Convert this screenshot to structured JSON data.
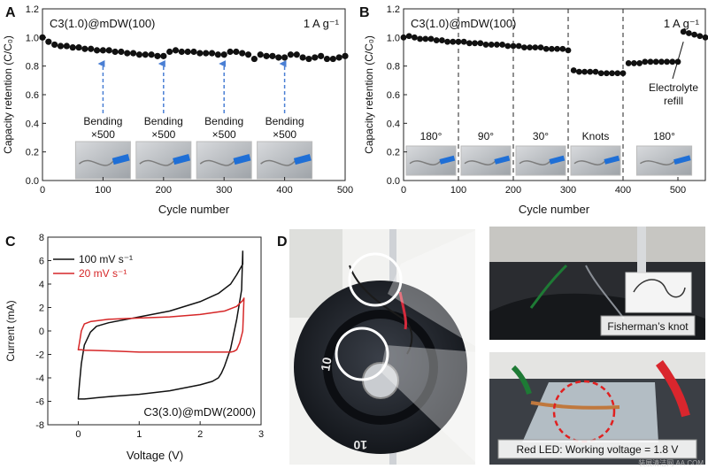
{
  "panels": {
    "A": {
      "letter": "A"
    },
    "B": {
      "letter": "B"
    },
    "C": {
      "letter": "C"
    },
    "D": {
      "letter": "D"
    }
  },
  "chart_data": [
    {
      "id": "A",
      "type": "scatter",
      "series_label": "C3(1.0)@mDW(100)",
      "condition": "1 A g⁻¹",
      "xlabel": "Cycle number",
      "ylabel": "Capacity retention (C/C₀)",
      "xlim": [
        0,
        500
      ],
      "ylim": [
        0.0,
        1.2
      ],
      "xticks": [
        0,
        100,
        200,
        300,
        400,
        500
      ],
      "yticks": [
        0.0,
        0.2,
        0.4,
        0.6,
        0.8,
        1.0,
        1.2
      ],
      "x": [
        0,
        10,
        20,
        30,
        40,
        50,
        60,
        70,
        80,
        90,
        100,
        110,
        120,
        130,
        140,
        150,
        160,
        170,
        180,
        190,
        200,
        210,
        220,
        230,
        240,
        250,
        260,
        270,
        280,
        290,
        300,
        310,
        320,
        330,
        340,
        350,
        360,
        370,
        380,
        390,
        400,
        410,
        420,
        430,
        440,
        450,
        460,
        470,
        480,
        490,
        500
      ],
      "y": [
        1.0,
        0.97,
        0.95,
        0.94,
        0.94,
        0.93,
        0.93,
        0.92,
        0.92,
        0.91,
        0.91,
        0.91,
        0.9,
        0.9,
        0.89,
        0.89,
        0.88,
        0.88,
        0.88,
        0.87,
        0.87,
        0.9,
        0.91,
        0.9,
        0.9,
        0.9,
        0.89,
        0.89,
        0.89,
        0.88,
        0.88,
        0.9,
        0.9,
        0.89,
        0.88,
        0.85,
        0.88,
        0.87,
        0.87,
        0.86,
        0.86,
        0.88,
        0.88,
        0.86,
        0.85,
        0.86,
        0.87,
        0.85,
        0.85,
        0.86,
        0.87
      ],
      "annotations": [
        {
          "x": 100,
          "line1": "Bending",
          "line2": "×500"
        },
        {
          "x": 200,
          "line1": "Bending",
          "line2": "×500"
        },
        {
          "x": 300,
          "line1": "Bending",
          "line2": "×500"
        },
        {
          "x": 400,
          "line1": "Bending",
          "line2": "×500"
        }
      ]
    },
    {
      "id": "B",
      "type": "scatter",
      "series_label": "C3(1.0)@mDW(100)",
      "condition": "1 A g⁻¹",
      "xlabel": "Cycle number",
      "ylabel": "Capacity retention (C/C₀)",
      "xlim": [
        0,
        550
      ],
      "ylim": [
        0.0,
        1.2
      ],
      "xticks": [
        0,
        100,
        200,
        300,
        400,
        500
      ],
      "yticks": [
        0.0,
        0.2,
        0.4,
        0.6,
        0.8,
        1.0,
        1.2
      ],
      "x": [
        0,
        10,
        20,
        30,
        40,
        50,
        60,
        70,
        80,
        90,
        100,
        110,
        120,
        130,
        140,
        150,
        160,
        170,
        180,
        190,
        200,
        210,
        220,
        230,
        240,
        250,
        260,
        270,
        280,
        290,
        300,
        310,
        320,
        330,
        340,
        350,
        360,
        370,
        380,
        390,
        400,
        410,
        420,
        430,
        440,
        450,
        460,
        470,
        480,
        490,
        500,
        510,
        520,
        530,
        540,
        550
      ],
      "y": [
        1.0,
        1.01,
        1.0,
        0.99,
        0.99,
        0.99,
        0.98,
        0.98,
        0.97,
        0.97,
        0.97,
        0.97,
        0.96,
        0.96,
        0.96,
        0.95,
        0.95,
        0.95,
        0.95,
        0.94,
        0.94,
        0.94,
        0.93,
        0.93,
        0.93,
        0.93,
        0.92,
        0.92,
        0.92,
        0.92,
        0.91,
        0.77,
        0.76,
        0.76,
        0.76,
        0.76,
        0.75,
        0.75,
        0.75,
        0.75,
        0.75,
        0.82,
        0.82,
        0.82,
        0.83,
        0.83,
        0.83,
        0.83,
        0.83,
        0.83,
        0.83,
        1.04,
        1.03,
        1.02,
        1.01,
        1.0
      ],
      "dividers": [
        100,
        200,
        300,
        400
      ],
      "segment_labels": [
        {
          "x": 50,
          "text": "180°"
        },
        {
          "x": 150,
          "text": "90°"
        },
        {
          "x": 250,
          "text": "30°"
        },
        {
          "x": 350,
          "text": "Knots"
        },
        {
          "x": 475,
          "text": "180°"
        }
      ],
      "annotation": {
        "x": 510,
        "line1": "Electrolyte",
        "line2": "refill"
      }
    },
    {
      "id": "C",
      "type": "line",
      "series_label": "C3(3.0)@mDW(2000)",
      "xlabel": "Voltage (V)",
      "ylabel": "Current (mA)",
      "xlim": [
        -0.5,
        3.0
      ],
      "ylim": [
        -8,
        8
      ],
      "xticks": [
        0,
        1,
        2,
        3
      ],
      "yticks": [
        -8,
        -6,
        -4,
        -2,
        0,
        2,
        4,
        6,
        8
      ],
      "series": [
        {
          "name": "100 mV s⁻¹",
          "color": "#111111",
          "x": [
            0.0,
            0.02,
            0.05,
            0.1,
            0.2,
            0.3,
            0.5,
            0.8,
            1.0,
            1.5,
            2.0,
            2.3,
            2.5,
            2.6,
            2.7,
            2.7,
            2.68,
            2.6,
            2.5,
            2.4,
            2.35,
            2.3,
            2.2,
            2.0,
            1.5,
            1.0,
            0.5,
            0.3,
            0.2,
            0.1,
            0.05,
            0.02,
            0.0
          ],
          "y": [
            -5.8,
            -4.5,
            -2.8,
            -1.2,
            -0.1,
            0.4,
            0.7,
            1.0,
            1.2,
            1.7,
            2.5,
            3.2,
            4.0,
            4.8,
            5.7,
            6.8,
            3.5,
            1.0,
            -1.5,
            -3.0,
            -3.6,
            -4.0,
            -4.3,
            -4.6,
            -5.1,
            -5.4,
            -5.6,
            -5.7,
            -5.75,
            -5.8,
            -5.8,
            -5.8,
            -5.8
          ]
        },
        {
          "name": "20 mV s⁻¹",
          "color": "#d62728",
          "x": [
            0.0,
            0.02,
            0.05,
            0.1,
            0.2,
            0.5,
            1.0,
            1.5,
            2.0,
            2.4,
            2.6,
            2.7,
            2.72,
            2.7,
            2.65,
            2.6,
            2.55,
            2.5,
            2.45,
            2.4,
            2.3,
            2.0,
            1.5,
            1.0,
            0.5,
            0.2,
            0.1,
            0.05,
            0.0
          ],
          "y": [
            -1.6,
            -1.0,
            0.0,
            0.6,
            0.8,
            1.0,
            1.1,
            1.2,
            1.4,
            1.7,
            2.1,
            2.6,
            2.8,
            0.0,
            -1.0,
            -1.6,
            -1.75,
            -1.8,
            -1.8,
            -1.8,
            -1.8,
            -1.8,
            -1.8,
            -1.8,
            -1.7,
            -1.65,
            -1.65,
            -1.6,
            -1.6
          ]
        }
      ]
    }
  ],
  "photos": {
    "panel_d": {
      "zoom_top_label": "Fisherman’s knot",
      "zoom_bottom_label": "Red LED: Working voltage = 1.8 V"
    }
  },
  "watermark": "装展清洁网 AA.COM"
}
